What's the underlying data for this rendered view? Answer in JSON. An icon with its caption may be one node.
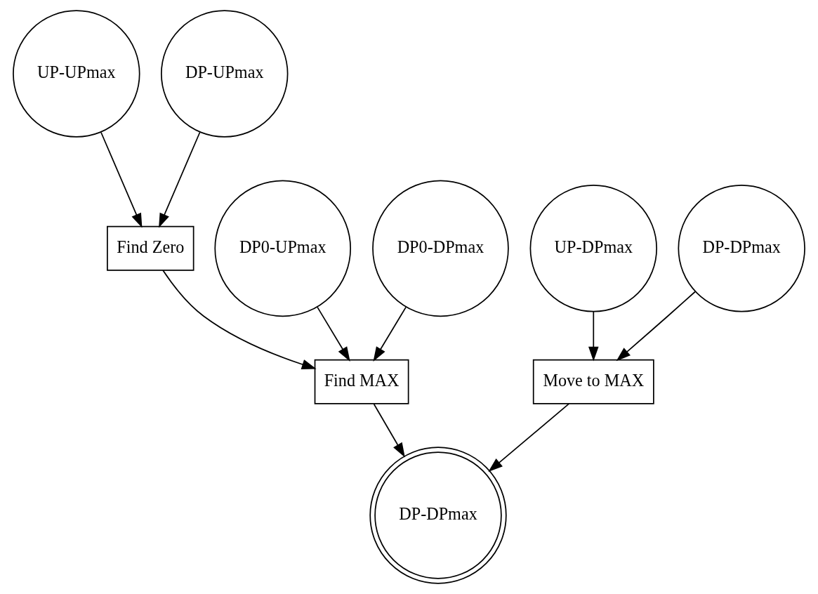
{
  "diagram": {
    "nodes": [
      {
        "text": [
          "UP-UPmax"
        ]
      },
      {
        "text": [
          "DP-UPmax"
        ]
      },
      {
        "text": [
          "Find Zero"
        ]
      },
      {
        "text": [
          "DP0-UPmax"
        ]
      },
      {
        "text": [
          "DP0-DPmax"
        ]
      },
      {
        "text": [
          "UP-DPmax"
        ]
      },
      {
        "text": [
          "DP-DPmax"
        ]
      },
      {
        "text": [
          "Find MAX"
        ]
      },
      {
        "text": [
          "Move to MAX"
        ]
      },
      {
        "text": [
          "DP-DPmax"
        ]
      }
    ],
    "edges": [
      {
        "from": 0,
        "to": 2,
        "arrow": "to"
      },
      {
        "from": 1,
        "to": 2,
        "arrow": "to"
      },
      {
        "from": 2,
        "to": 7,
        "arrow": "to"
      },
      {
        "from": 3,
        "to": 7,
        "arrow": "to"
      },
      {
        "from": 4,
        "to": 7,
        "arrow": "to"
      },
      {
        "from": 5,
        "to": 8,
        "arrow": "to"
      },
      {
        "from": 6,
        "to": 8,
        "arrow": "to"
      },
      {
        "from": 7,
        "to": 9,
        "arrow": "to"
      },
      {
        "from": 8,
        "to": 9,
        "arrow": "to"
      }
    ]
  }
}
